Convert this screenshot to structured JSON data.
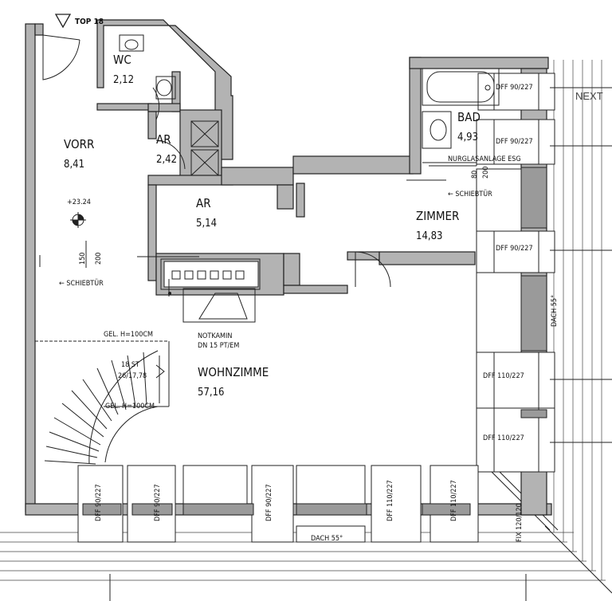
{
  "unit": "TOP 18",
  "nav": {
    "next": "NEXT"
  },
  "rooms": [
    {
      "name": "WC",
      "area": "2,12"
    },
    {
      "name": "VORR",
      "area": "8,41"
    },
    {
      "name": "AR",
      "area": "2,42"
    },
    {
      "name": "AR",
      "area": "5,14"
    },
    {
      "name": "BAD",
      "area": "4,93"
    },
    {
      "name": "ZIMMER",
      "area": "14,83"
    },
    {
      "name": "WOHNZIMME",
      "area": "57,16"
    }
  ],
  "labels": {
    "elevation": "+23.24",
    "door_150": "150",
    "door_200": "200",
    "schiebetuer_left": "← SCHIEBTÜR",
    "schiebetuer_right": "← SCHIEBTÜR",
    "nurglas": "NURGLASANLAGE ESG",
    "bad_80": "80",
    "bad_200": "200",
    "notkamin_1": "NOTKAMIN",
    "notkamin_2": "DN 15 PT/EM",
    "gel_top": "GEL. H=100CM",
    "gel_bottom": "GEL. H=100CM",
    "stairs_1": "18 ST",
    "stairs_2": "26/17,78",
    "dach_right": "DACH 55°",
    "dach_bottom": "DACH 55°",
    "fix": "FIX 120/120"
  },
  "right_windows": [
    "DFF 90/227",
    "DFF 90/227",
    "DFF 90/227",
    "DFF 110/227",
    "DFF 110/227"
  ],
  "bottom_windows": [
    "DFF 90/227",
    "DFF 90/227",
    "DFF 90/227",
    "DFF 110/227",
    "DFF 110/227"
  ]
}
